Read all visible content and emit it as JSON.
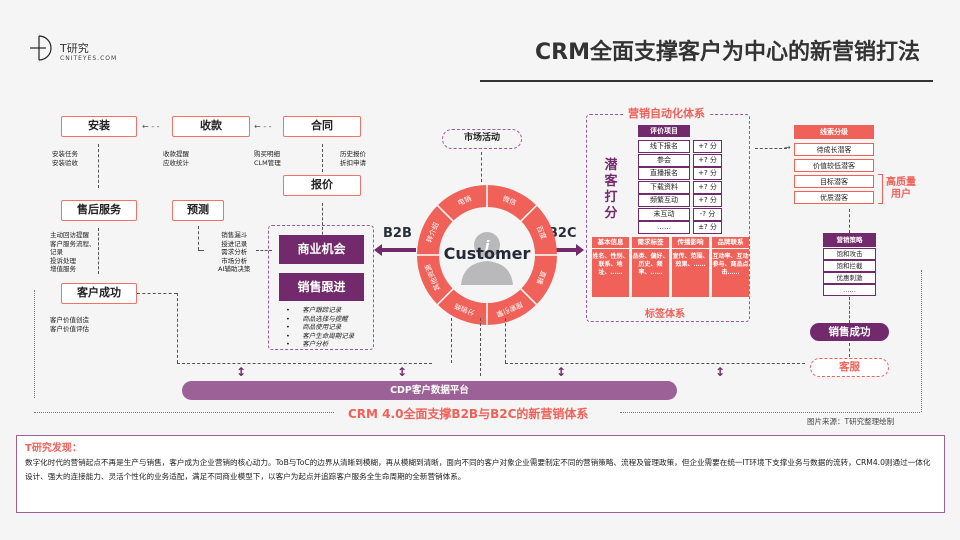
{
  "brand": {
    "name": "T研究",
    "site": "CNITEYES.COM"
  },
  "page_title": "CRM全面支撑客户为中心的新营销打法",
  "b2b_flow": {
    "install": {
      "label": "安装",
      "notes": [
        "安装任务",
        "安装验收"
      ]
    },
    "payment": {
      "label": "收款",
      "notes": [
        "收款提醒",
        "应收统计"
      ]
    },
    "contract": {
      "label": "合同",
      "notes": [
        "购买明细",
        "CLM管理"
      ],
      "quote_notes": [
        "历史报价",
        "折扣申请"
      ]
    },
    "quote": {
      "label": "报价"
    },
    "after_sales": {
      "label": "售后服务",
      "notes": [
        "主动回访提醒",
        "客户服务流程、",
        "记录",
        "投诉处理",
        "增值服务"
      ]
    },
    "forecast": {
      "label": "预测",
      "notes": [
        "销售漏斗",
        "授进记录",
        "需求分析",
        "市场分析",
        "AI辅助决策"
      ]
    },
    "customer_success": {
      "label": "客户成功",
      "notes": [
        "客户价值创造",
        "客户价值评估"
      ]
    },
    "opportunity": {
      "label": "商业机会"
    },
    "followup": {
      "label": "销售跟进",
      "items": [
        "客户跟踪记录",
        "商品选择与提醒",
        "商品使用记录",
        "客户生命周期记录",
        "客户分析"
      ]
    }
  },
  "center": {
    "market_activity": "市场活动",
    "customer_label": "Customer",
    "b2b_label": "B2B",
    "b2c_label": "B2C",
    "ring_segments": [
      "微信",
      "百度",
      "直播",
      "搜索引擎",
      "分销商",
      "其他资源",
      "转介绍",
      "电销"
    ]
  },
  "marketing_automation": {
    "title": "营销自动化体系",
    "lead_scoring_label": "潜客打分",
    "eval_header": "评价项目",
    "eval_rows": [
      {
        "item": "线下报名",
        "score": "+? 分"
      },
      {
        "item": "参会",
        "score": "+? 分"
      },
      {
        "item": "直播报名",
        "score": "+? 分"
      },
      {
        "item": "下载资料",
        "score": "+? 分"
      },
      {
        "item": "频繁互动",
        "score": "+? 分"
      },
      {
        "item": "未互动",
        "score": "-? 分"
      },
      {
        "item": "……",
        "score": "±? 分"
      }
    ],
    "tags": [
      {
        "head": "基本信息",
        "body": "姓名、性别、联系、地址、……"
      },
      {
        "head": "需求标签",
        "body": "品类、偏好、历史、频率、……"
      },
      {
        "head": "传播影响",
        "body": "宣传、范围、效果、……"
      },
      {
        "head": "品牌联系",
        "body": "互动率、互动参与、商品点击……"
      }
    ],
    "tag_system_label": "标签体系"
  },
  "lead_grading": {
    "header": "线索分级",
    "items": [
      "待成长潜客",
      "价值较低潜客",
      "目标潜客",
      "优质潜客"
    ],
    "high_quality_label": "高质量用户"
  },
  "marketing_strategy": {
    "header": "营销策略",
    "items": [
      "饱和攻击",
      "饱和拦截",
      "优惠刺激",
      "……"
    ]
  },
  "sales_success": "销售成功",
  "customer_service": "客服",
  "cdp_platform": "CDP客户数据平台",
  "subtitle": "CRM 4.0全面支撑B2B与B2C的新营销体系",
  "source": "图片来源：T研究整理绘制",
  "finding": {
    "title": "T研究发现：",
    "body": "数字化时代的营销起点不再是生产与销售，客户成为企业营销的核心动力。ToB与ToC的边界从清晰到模糊，再从模糊到清晰，面向不同的客户对象企业需要制定不同的营销策略、流程及管理政策，但企业需要在统一IT环境下支撑业务与数据的流转，CRM4.0则通过一体化设计、强大的连接能力、灵活个性化的业务适配，满足不同商业模型下，以客户为起点并追踪客户服务全生命周期的全新营销体系。"
  },
  "colors": {
    "coral": "#f06259",
    "purple": "#722a6c",
    "cdp": "#9c6196"
  }
}
